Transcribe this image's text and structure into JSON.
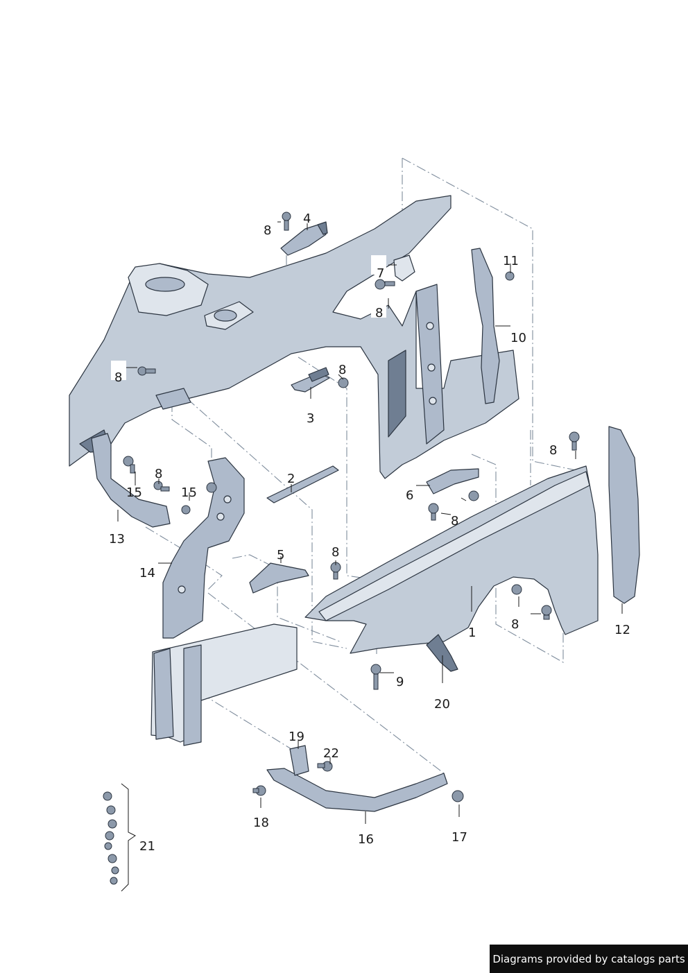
{
  "callouts": {
    "c1": "1",
    "c2": "2",
    "c3": "3",
    "c4": "4",
    "c5": "5",
    "c6": "6",
    "c7": "7",
    "c9": "9",
    "c10": "10",
    "c11": "11",
    "c12": "12",
    "c13": "13",
    "c14": "14",
    "c15a": "15",
    "c15b": "15",
    "c16": "16",
    "c17": "17",
    "c18": "18",
    "c19": "19",
    "c20": "20",
    "c21": "21",
    "c22": "22",
    "c8a": "8",
    "c8b": "8",
    "c8c": "8",
    "c8d": "8",
    "c8e": "8",
    "c8f": "8",
    "c8g": "8",
    "c8h": "8",
    "c8i": "8",
    "c8j": "8"
  },
  "credit": "Diagrams provided by catalogs parts",
  "colors": {
    "shell": "#c2ccd8",
    "shadow": "#6f7e92",
    "dash": "#7e8c9c",
    "credit_bg": "#0e0e0e"
  }
}
